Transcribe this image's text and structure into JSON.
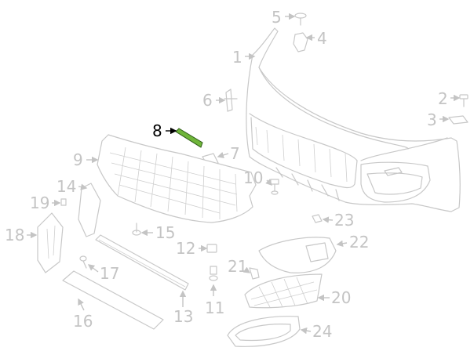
{
  "diagram": {
    "highlighted_part": "8",
    "highlight_color": "#6fb53a",
    "inactive_color": "#c4c4c4",
    "callouts": [
      {
        "id": "1",
        "label": "1"
      },
      {
        "id": "2",
        "label": "2"
      },
      {
        "id": "3",
        "label": "3"
      },
      {
        "id": "4",
        "label": "4"
      },
      {
        "id": "5",
        "label": "5"
      },
      {
        "id": "6",
        "label": "6"
      },
      {
        "id": "7",
        "label": "7"
      },
      {
        "id": "8",
        "label": "8"
      },
      {
        "id": "9",
        "label": "9"
      },
      {
        "id": "10",
        "label": "10"
      },
      {
        "id": "11",
        "label": "11"
      },
      {
        "id": "12",
        "label": "12"
      },
      {
        "id": "13",
        "label": "13"
      },
      {
        "id": "14",
        "label": "14"
      },
      {
        "id": "15",
        "label": "15"
      },
      {
        "id": "16",
        "label": "16"
      },
      {
        "id": "17",
        "label": "17"
      },
      {
        "id": "18",
        "label": "18"
      },
      {
        "id": "19",
        "label": "19"
      },
      {
        "id": "20",
        "label": "20"
      },
      {
        "id": "21",
        "label": "21"
      },
      {
        "id": "22",
        "label": "22"
      },
      {
        "id": "23",
        "label": "23"
      },
      {
        "id": "24",
        "label": "24"
      }
    ]
  }
}
